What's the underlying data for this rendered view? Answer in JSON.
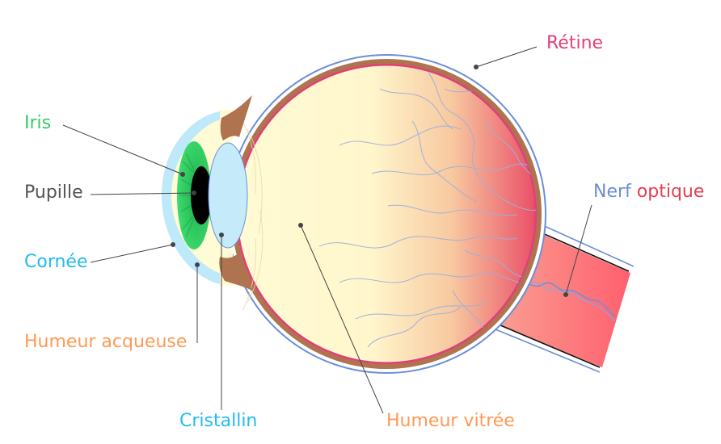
{
  "labels": {
    "iris": "Iris",
    "pupille": "Pupille",
    "cornee": "Cornée",
    "humeur_acqueuse": "Humeur acqueuse",
    "cristallin": "Cristallin",
    "humeur_vitree": "Humeur vitrée",
    "retine": "Rétine",
    "nerf": "Nerf",
    "optique": "optique"
  },
  "colors": {
    "iris": "#33cc66",
    "pupille": "#555555",
    "cornee": "#22bbee",
    "humeur_acqueuse": "#ff9955",
    "cristallin": "#22bbee",
    "humeur_vitree": "#ff9955",
    "retine": "#e0407a",
    "nerf": "#6b8fd8",
    "optique": "#e04050"
  }
}
